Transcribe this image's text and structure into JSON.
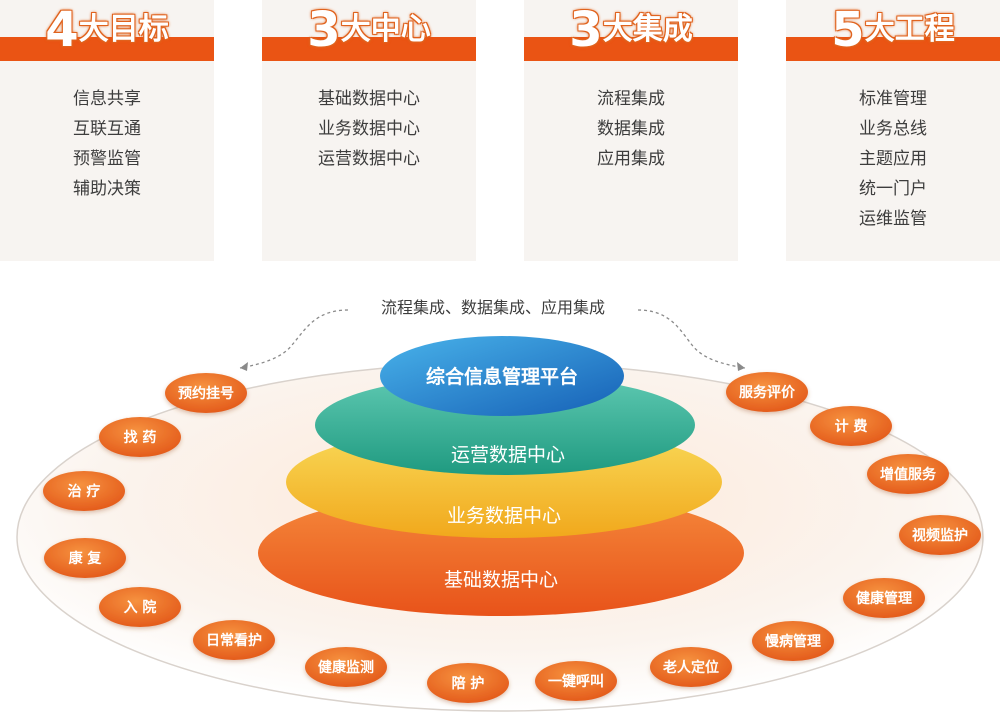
{
  "cards": [
    {
      "number": "4",
      "title": "大目标",
      "items": [
        "信息共享",
        "互联互通",
        "预警监管",
        "辅助决策"
      ]
    },
    {
      "number": "3",
      "title": "大中心",
      "items": [
        "基础数据中心",
        "业务数据中心",
        "运营数据中心"
      ]
    },
    {
      "number": "3",
      "title": "大集成",
      "items": [
        "流程集成",
        "数据集成",
        "应用集成"
      ]
    },
    {
      "number": "5",
      "title": "大工程",
      "items": [
        "标准管理",
        "业务总线",
        "主题应用",
        "统一门户",
        "运维监管"
      ]
    }
  ],
  "diagram": {
    "caption": "流程集成、数据集成、应用集成",
    "top": "综合信息管理平台",
    "layers": [
      "运营数据中心",
      "业务数据中心",
      "基础数据中心"
    ],
    "services": [
      "预约挂号",
      "找 药",
      "治 疗",
      "康 复",
      "入 院",
      "日常看护",
      "健康监测",
      "陪 护",
      "一键呼叫",
      "老人定位",
      "慢病管理",
      "健康管理",
      "视频监护",
      "增值服务",
      "计 费",
      "服务评价"
    ]
  },
  "colors": {
    "accent": "#ea5414",
    "card_bg": "#f7f4f1",
    "top_blue": "#1e7fcf",
    "teal": "#2fa891",
    "yellow": "#f6c321",
    "orange": "#ee7a2c"
  }
}
